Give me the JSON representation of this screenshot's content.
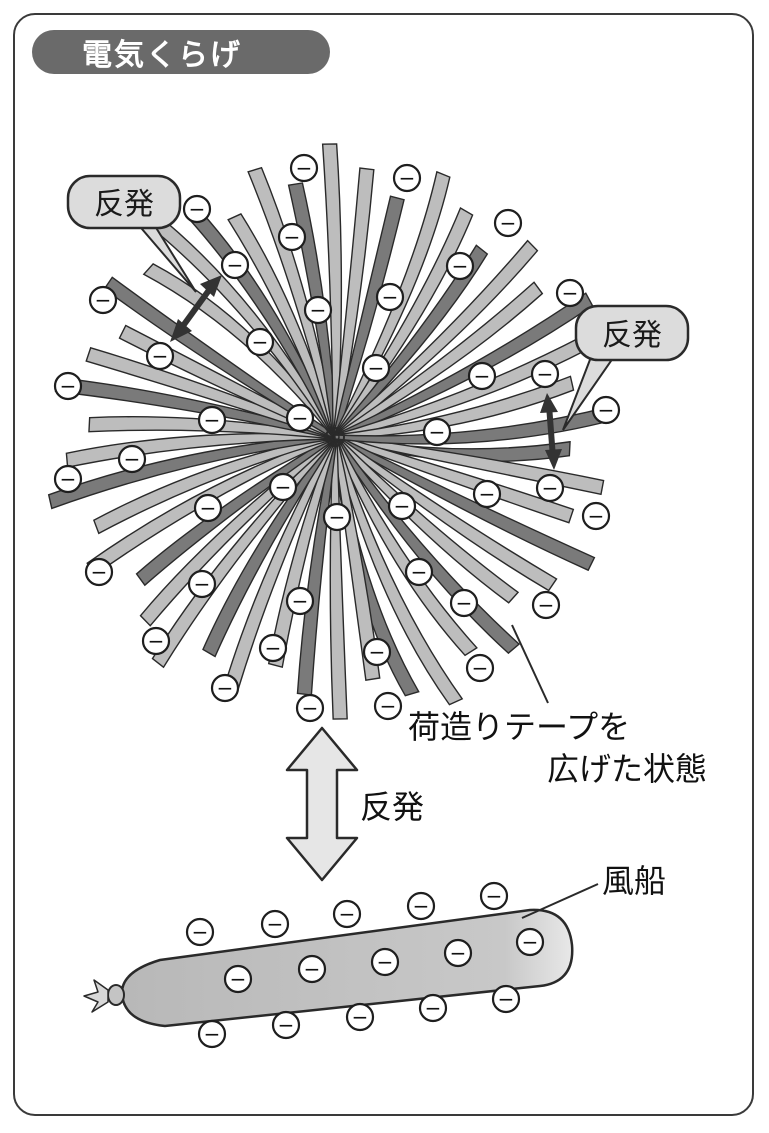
{
  "title": "電気くらげ",
  "labels": {
    "repulsion_left": "反発",
    "repulsion_right": "反発",
    "repulsion_center": "反発",
    "tape_line1": "荷造りテープを",
    "tape_line2": "広げた状態",
    "balloon": "風船"
  },
  "charge_symbol": "−",
  "colors": {
    "pill": "#6a6a6a",
    "callout_fill": "#dcdcdc",
    "strand_fill": "#bdbdbd",
    "strand_dark": "#7a7a7a",
    "balloon_fill": "#c4c4c4",
    "arrow_fill": "#e6e6e6",
    "line": "#2a2a2a"
  }
}
